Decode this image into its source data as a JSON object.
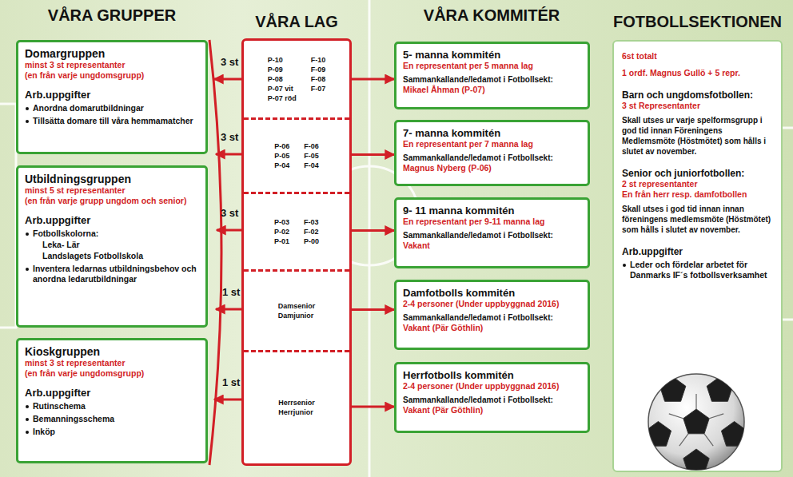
{
  "diagram": {
    "nodes": [
      {
        "text": [
          "Domargruppen",
          "minst 3 st representanter",
          "(en från varje ungdomsgrupp)",
          "Arb.uppgifter",
          "Anordna domarutbildningar",
          "Tillsätta domare till våra hemmamatcher"
        ]
      },
      {
        "text": [
          "Utbildningsgruppen",
          "minst 5 st representanter",
          "(en från varje grupp ungdom och senior)",
          "Arb.uppgifter",
          "Fotbollskolorna:",
          "Leka- Lär",
          "Landslagets Fotbollskola",
          "Inventera ledarnas utbildningsbehov och anordna ledarutbildningar"
        ]
      },
      {
        "text": [
          "Kioskgruppen",
          "minst 3 st representanter",
          "(en från varje ungdomsgrupp)",
          "Arb.uppgifter",
          "Rutinschema",
          "Bemanningsschema",
          "Inköp"
        ]
      },
      {
        "text": [
          "VÅRA LAG"
        ]
      },
      {
        "text": [
          "P-10",
          "F-10",
          "P-09",
          "F-09",
          "P-08",
          "F-08",
          "P-07 vit",
          "F-07",
          "P-07 röd"
        ],
        "in": 3
      },
      {
        "text": [
          "P-06",
          "F-06",
          "P-05",
          "F-05",
          "P-04",
          "F-04"
        ],
        "in": 3
      },
      {
        "text": [
          "P-03",
          "F-03",
          "P-02",
          "F-02",
          "P-01",
          "P-00"
        ],
        "in": 3
      },
      {
        "text": [
          "Damsenior",
          "Damjunior"
        ],
        "in": 3
      },
      {
        "text": [
          "Herrsenior",
          "Herrjunior"
        ],
        "in": 3
      },
      {
        "text": [
          "5- manna kommitén",
          "En representant per 5 manna lag",
          "Sammankallande/ledamot i Fotbollsekt:",
          "Mikael Åhman (P-07)"
        ]
      },
      {
        "text": [
          "7- manna kommitén",
          "En representant per 7 manna lag",
          "Sammankallande/ledamot i Fotbollsekt:",
          "Magnus Nyberg (P-06)"
        ]
      },
      {
        "text": [
          "9- 11 manna kommitén",
          "En representant per 9-11 manna lag",
          "Sammankallande/ledamot i Fotbollsekt:",
          "Vakant"
        ]
      },
      {
        "text": [
          "Damfotbolls kommitén",
          "2-4 personer (Under uppbyggnad 2016)",
          "Sammankallande/ledamot i Fotbollsekt:",
          "Vakant (Pär Göthlin)"
        ]
      },
      {
        "text": [
          "Herrfotbolls kommitén",
          "2-4 personer (Under uppbyggnad 2016)",
          "Sammankallande/ledamot i Fotbollsekt:",
          "Vakant (Pär Göthlin)"
        ]
      },
      {
        "text": [
          "FOTBOLLSEKTIONEN",
          "6st totalt",
          "1 ordf. Magnus Gullö + 5 repr.",
          "Barn och ungdomsfotbollen:",
          "3 st Representanter",
          "Skall utses ur varje spelformsgrupp i god tid innan Föreningens Medlemsmöte (Höstmötet) som hålls i slutet av november.",
          "Senior och juniorfotbollen:",
          "2 st representanter",
          "En från herr resp. damfotbollen",
          "Skall utses i god tid innan innan föreningens medlemsmöte (Höstmötet) som hålls i slutet av november.",
          "Arb.uppgifter",
          "Leder och fördelar arbetet för Danmarks IF´s fotbollsverksamhet"
        ]
      }
    ],
    "edges": [
      {
        "from": 4,
        "to": 9,
        "arrow": "to"
      },
      {
        "from": 5,
        "to": 10,
        "arrow": "to"
      },
      {
        "from": 6,
        "to": 11,
        "arrow": "to"
      },
      {
        "from": 7,
        "to": 12,
        "arrow": "to"
      },
      {
        "from": 8,
        "to": 13,
        "arrow": "to"
      }
    ],
    "labels": [
      "VÅRA GRUPPER",
      "VÅRA KOMMITÉR",
      "3 st",
      "3 st",
      "3 st",
      "1 st",
      "1 st"
    ]
  }
}
